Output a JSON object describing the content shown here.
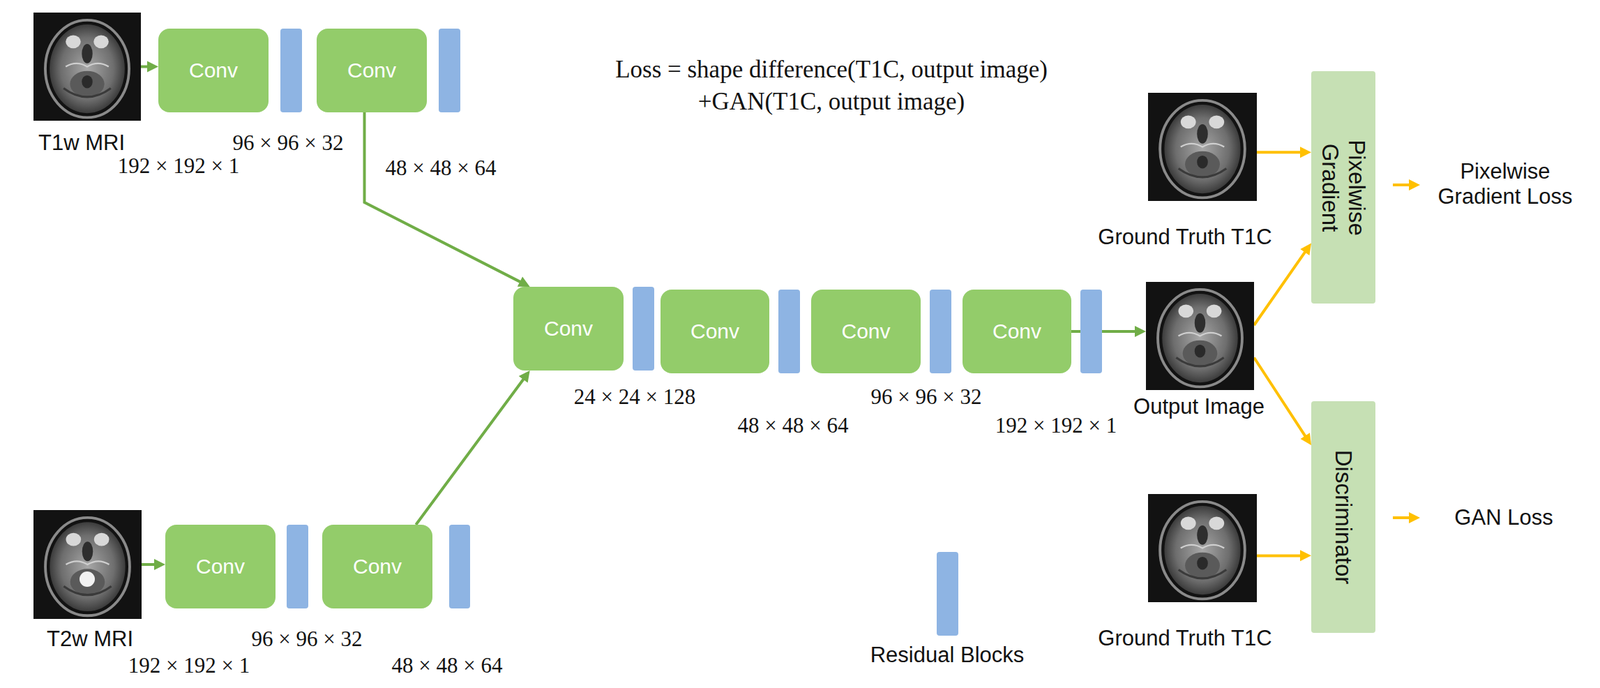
{
  "diagram": {
    "nodes": [
      {
        "text": [
          "T1w MRI"
        ]
      },
      {
        "text": [
          "Conv"
        ]
      },
      {
        "text": [
          "Conv"
        ]
      },
      {
        "text": [
          "Conv"
        ]
      },
      {
        "text": [
          "Conv"
        ]
      },
      {
        "text": [
          "Conv"
        ]
      },
      {
        "text": [
          "Conv"
        ]
      },
      {
        "text": [
          "Ground Truth T1C"
        ]
      },
      {
        "text": [
          "Pixelwise Gradient"
        ]
      },
      {
        "text": [
          "Output Image"
        ]
      },
      {
        "text": [
          "Discriminator"
        ]
      },
      {
        "text": [
          "Ground Truth T1C"
        ]
      },
      {
        "text": [
          "T2w MRI"
        ]
      },
      {
        "text": [
          "Conv"
        ]
      },
      {
        "text": [
          "Conv"
        ]
      }
    ],
    "edges": [
      {
        "from": 0,
        "to": 1,
        "arrow": "to"
      },
      {
        "from": 2,
        "to": 3,
        "arrow": "to"
      },
      {
        "from": 14,
        "to": 3,
        "arrow": "to"
      },
      {
        "from": 12,
        "to": 13,
        "arrow": "to"
      },
      {
        "from": 6,
        "to": 9,
        "arrow": "to"
      },
      {
        "from": 7,
        "to": 8,
        "arrow": "to"
      },
      {
        "from": 9,
        "to": 8,
        "arrow": "to"
      },
      {
        "from": 9,
        "to": 10,
        "arrow": "to"
      },
      {
        "from": 11,
        "to": 10,
        "arrow": "to"
      }
    ],
    "labels": [
      "192 × 192 × 1",
      "96 × 96 × 32",
      "48 × 48 × 64",
      "Loss = shape difference(T1C, output image)",
      "+GAN(T1C, output image)",
      "Pixelwise Gradient Loss",
      "24 × 24 × 128",
      "48 × 48 × 64",
      "96 × 96 × 32",
      "192 × 192 × 1",
      "GAN Loss",
      "96 × 96 × 32",
      "192 × 192 × 1",
      "48 × 48 × 64"
    ],
    "legend": [
      {
        "text": "Residual Blocks",
        "color": "#8eb4e3"
      }
    ]
  }
}
